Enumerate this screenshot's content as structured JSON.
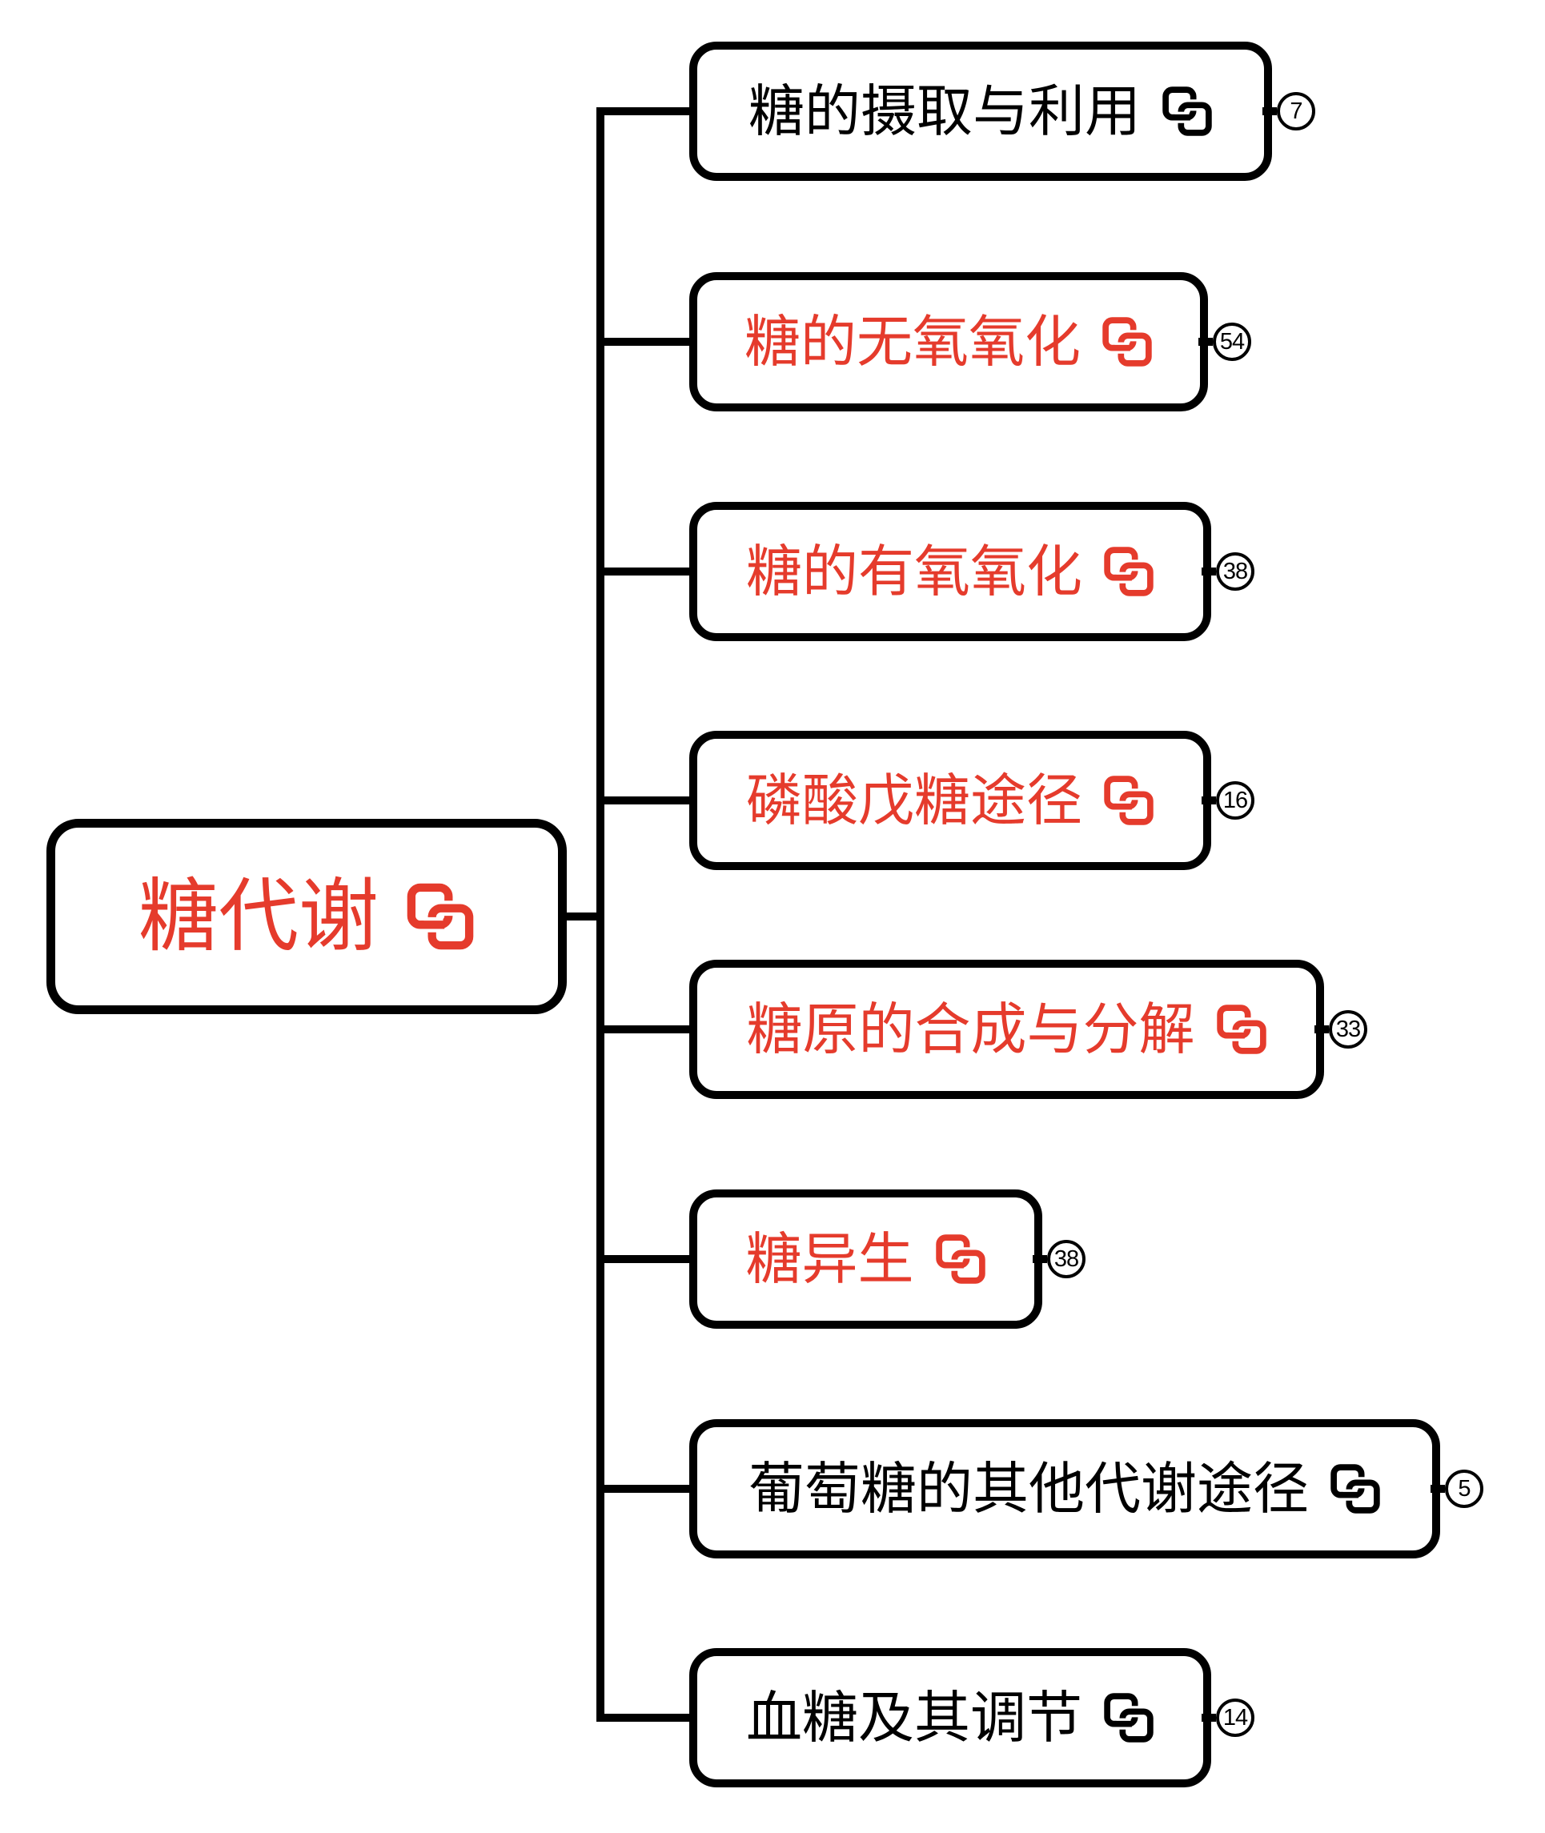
{
  "diagram": {
    "title": "糖代谢 mind map",
    "colors": {
      "accent": "#e53b2c",
      "line": "#000000",
      "background": "#ffffff"
    },
    "root": {
      "label": "糖代谢",
      "icon": "link-icon",
      "color": "accent"
    },
    "nodes": [
      {
        "label": "糖的摄取与利用",
        "icon": "link-icon",
        "color": "default",
        "count": "7"
      },
      {
        "label": "糖的无氧氧化",
        "icon": "link-icon",
        "color": "accent",
        "count": "54"
      },
      {
        "label": "糖的有氧氧化",
        "icon": "link-icon",
        "color": "accent",
        "count": "38"
      },
      {
        "label": "磷酸戊糖途径",
        "icon": "link-icon",
        "color": "accent",
        "count": "16"
      },
      {
        "label": "糖原的合成与分解",
        "icon": "link-icon",
        "color": "accent",
        "count": "33"
      },
      {
        "label": "糖异生",
        "icon": "link-icon",
        "color": "accent",
        "count": "38"
      },
      {
        "label": "葡萄糖的其他代谢途径",
        "icon": "link-icon",
        "color": "default",
        "count": "5"
      },
      {
        "label": "血糖及其调节",
        "icon": "link-icon",
        "color": "default",
        "count": "14"
      }
    ]
  }
}
